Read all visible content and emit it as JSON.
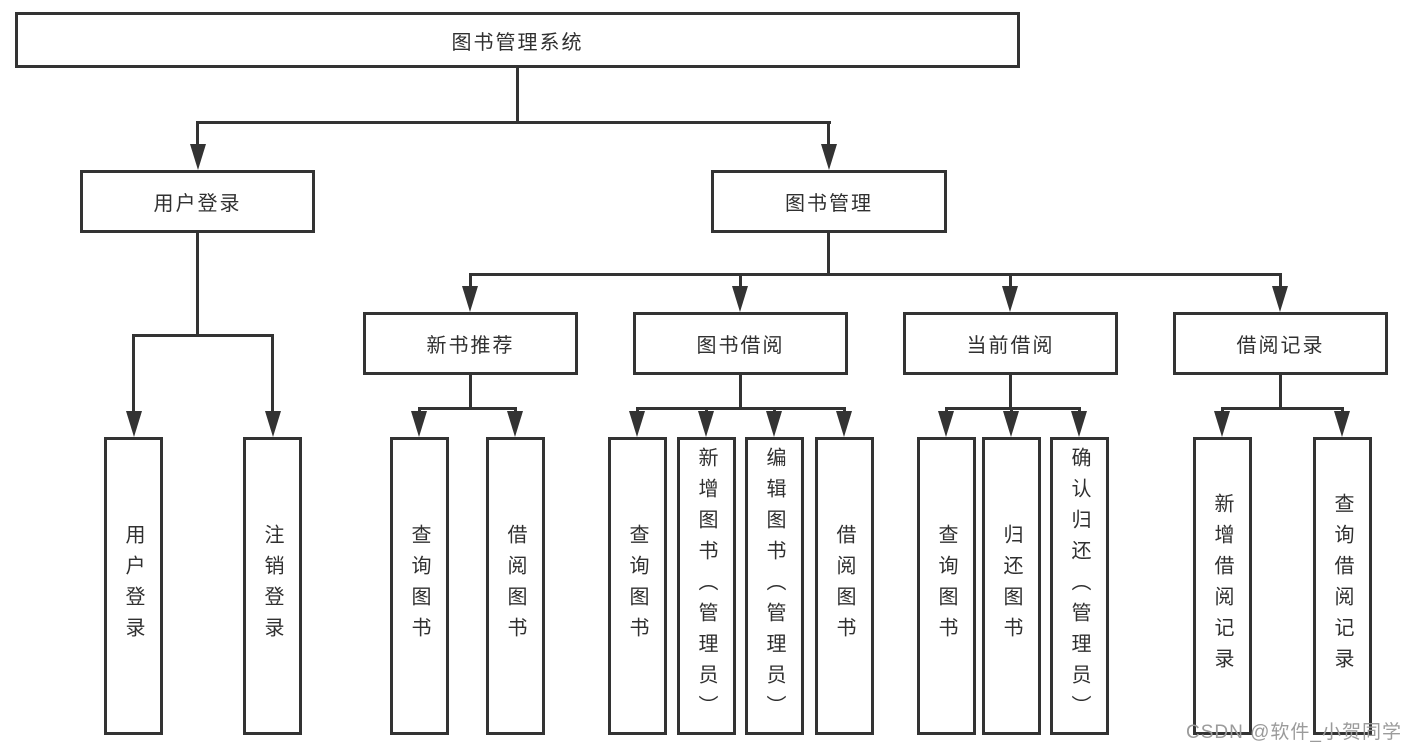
{
  "diagram": {
    "root": {
      "label": "图书管理系统"
    },
    "branches": [
      {
        "label": "用户登录",
        "children": [
          {
            "label": "用户登录"
          },
          {
            "label": "注销登录"
          }
        ]
      },
      {
        "label": "图书管理",
        "children": [
          {
            "label": "新书推荐",
            "children": [
              {
                "label": "查询图书"
              },
              {
                "label": "借阅图书"
              }
            ]
          },
          {
            "label": "图书借阅",
            "children": [
              {
                "label": "查询图书"
              },
              {
                "label": "新增图书（管理员）"
              },
              {
                "label": "编辑图书（管理员）"
              },
              {
                "label": "借阅图书"
              }
            ]
          },
          {
            "label": "当前借阅",
            "children": [
              {
                "label": "查询图书"
              },
              {
                "label": "归还图书"
              },
              {
                "label": "确认归还（管理员）"
              }
            ]
          },
          {
            "label": "借阅记录",
            "children": [
              {
                "label": "新增借阅记录"
              },
              {
                "label": "查询借阅记录"
              }
            ]
          }
        ]
      }
    ],
    "colors": {
      "line": "#333333",
      "text": "#303030",
      "background": "#ffffff"
    }
  },
  "watermark": {
    "text": "CSDN @软件_小贺同学",
    "color": "#9b9b9b"
  }
}
